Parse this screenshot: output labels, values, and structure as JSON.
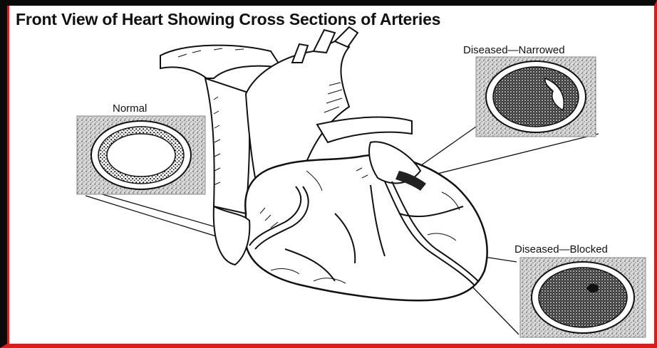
{
  "title": "Front View of Heart Showing Cross Sections of Arteries",
  "labels": {
    "normal": "Normal",
    "narrowed": "Diseased—Narrowed",
    "blocked": "Diseased—Blocked"
  },
  "colors": {
    "ink": "#111111",
    "frame_black": "#0a0a0a",
    "frame_red": "#d81e1e",
    "stipple": "#9a9a9a"
  }
}
